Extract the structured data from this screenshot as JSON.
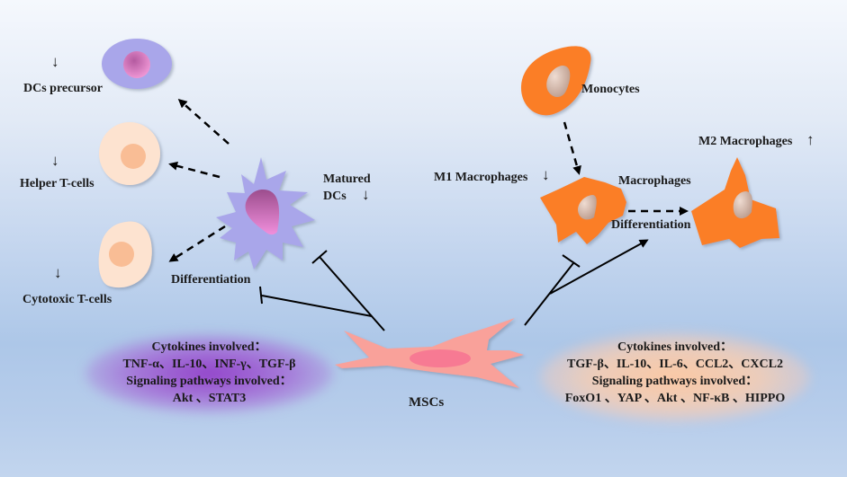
{
  "diagram": {
    "left_panel": {
      "cells": {
        "dcs_precursor": {
          "label": "DCs precursor",
          "trend": "↓"
        },
        "helper_t_cells": {
          "label": "Helper  T-cells",
          "trend": "↓"
        },
        "cytotoxic_t_cells": {
          "label": "Cytotoxic  T-cells",
          "trend": "↓"
        },
        "matured_dcs": {
          "label_line1": "Matured",
          "label_line2": "DCs",
          "trend": "↓"
        }
      },
      "differentiation_label": "Differentiation",
      "info_box": {
        "line1": "Cytokines  involved：",
        "line2": "TNF-α、IL-10、INF-γ、TGF-β",
        "line3": "Signaling  pathways  involved：",
        "line4": "Akt  、STAT3"
      }
    },
    "center": {
      "mscs_label": "MSCs"
    },
    "right_panel": {
      "cells": {
        "monocytes": {
          "label": "Monocytes"
        },
        "m1_macrophages": {
          "label": "M1 Macrophages",
          "trend": "↓"
        },
        "macrophages": {
          "label": "Macrophages"
        },
        "m2_macrophages": {
          "label": "M2 Macrophages",
          "trend": "↑"
        }
      },
      "differentiation_label": "Differentiation",
      "info_box": {
        "line1": "Cytokines  involved：",
        "line2": "TGF-β、IL-10、IL-6、CCL2、CXCL2",
        "line3": "Signaling  pathways  involved：",
        "line4": "FoxO1 、YAP 、Akt 、NF-κB 、HIPPO"
      }
    },
    "colors": {
      "dc_cell": "#a9a6ea",
      "dc_nucleus": "#d26fc0",
      "t_cell": "#fde3d0",
      "t_nucleus": "#f9bd95",
      "macrophage": "#fb7e25",
      "macro_nucleus": "#dcc6b8",
      "msc": "#f9a19a",
      "msc_nucleus": "#f77a93"
    }
  }
}
